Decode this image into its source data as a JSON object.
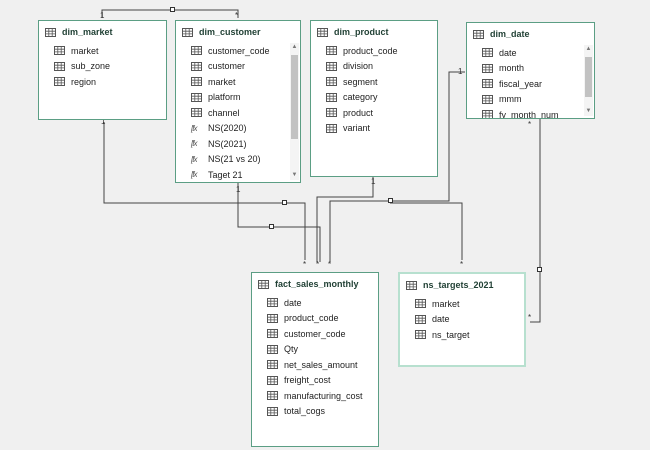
{
  "colors": {
    "canvas": "#f0f0f0",
    "card_border": "#5b9e84",
    "selected_border": "#b7e0cf",
    "header_text": "#1f3f33",
    "relationship_line": "#444444"
  },
  "tables": {
    "dim_market": {
      "title": "dim_market",
      "fields": [
        "market",
        "sub_zone",
        "region"
      ]
    },
    "dim_customer": {
      "title": "dim_customer",
      "fields": [
        {
          "name": "customer_code",
          "icon": "column-icon"
        },
        {
          "name": "customer",
          "icon": "column-icon"
        },
        {
          "name": "market",
          "icon": "column-icon"
        },
        {
          "name": "platform",
          "icon": "column-icon"
        },
        {
          "name": "channel",
          "icon": "column-icon"
        },
        {
          "name": "NS(2020)",
          "icon": "measure-icon"
        },
        {
          "name": "NS(2021)",
          "icon": "measure-icon"
        },
        {
          "name": "NS(21 vs 20)",
          "icon": "measure-icon"
        },
        {
          "name": "Taget 21",
          "icon": "measure-icon"
        }
      ]
    },
    "dim_product": {
      "title": "dim_product",
      "fields": [
        "product_code",
        "division",
        "segment",
        "category",
        "product",
        "variant"
      ]
    },
    "dim_date": {
      "title": "dim_date",
      "fields": [
        "date",
        "month",
        "fiscal_year",
        "mmm",
        "fy_month_num"
      ]
    },
    "fact_sales_monthly": {
      "title": "fact_sales_monthly",
      "fields": [
        "date",
        "product_code",
        "customer_code",
        "Qty",
        "net_sales_amount",
        "freight_cost",
        "manufacturing_cost",
        "total_cogs"
      ]
    },
    "ns_targets_2021": {
      "title": "ns_targets_2021",
      "fields": [
        "market",
        "date",
        "ns_target"
      ]
    }
  },
  "cardinality": {
    "one": "1",
    "many": "*"
  }
}
